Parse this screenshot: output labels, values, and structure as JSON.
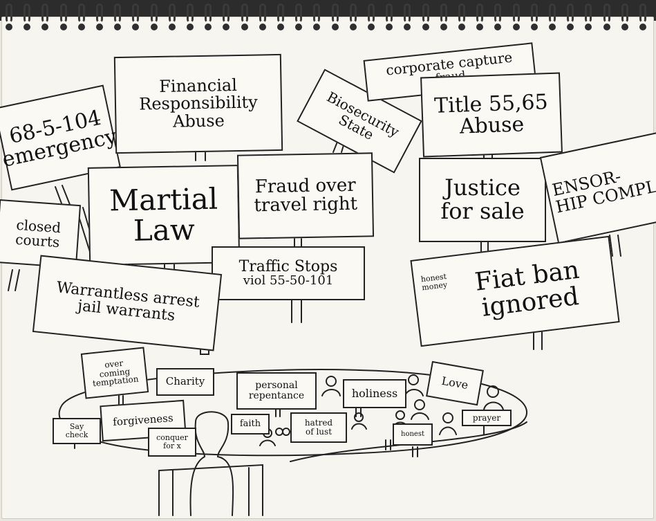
{
  "signs": {
    "s68": {
      "line1": "68-5-104",
      "line2": "emergency"
    },
    "fra": {
      "line1": "Financial",
      "line2": "Responsibility",
      "line3": "Abuse"
    },
    "bio": {
      "line1": "Biosecurity",
      "line2": "State"
    },
    "corp": {
      "line1": "corporate capture",
      "line2": "fraud"
    },
    "t55": {
      "line1": "Title 55,65",
      "line2": "Abuse"
    },
    "closed": {
      "line1": "closed",
      "line2": "courts"
    },
    "martial": {
      "line1": "Martial",
      "line2": "Law"
    },
    "fraud": {
      "line1": "Fraud over",
      "line2": "travel right"
    },
    "justice": {
      "line1": "Justice",
      "line2": "for sale"
    },
    "censor": {
      "line1": "ENSOR-",
      "line2": "HIP COMPLE"
    },
    "traffic": {
      "line1": "Traffic Stops",
      "line2": "viol 55-50-101"
    },
    "fiat": {
      "line1": "Fiat ban",
      "line2": "ignored",
      "note1": "honest",
      "note2": "money"
    },
    "warrant": {
      "line1": "Warrantless arrest",
      "line2": "jail warrants"
    }
  },
  "crowd": {
    "over": {
      "line1": "over",
      "line2": "coming",
      "line3": "temptation"
    },
    "charity": "Charity",
    "repent": {
      "line1": "personal",
      "line2": "repentance"
    },
    "holiness": "holiness",
    "love": "Love",
    "sod": {
      "line1": "Say",
      "line2": "check"
    },
    "forgive": "forgiveness",
    "conquer": {
      "line1": "conquer",
      "line2": "for x"
    },
    "faith": "faith",
    "hatred": {
      "line1": "hatred",
      "line2": "of lust"
    },
    "honest": "honest",
    "prayer": "prayer"
  }
}
